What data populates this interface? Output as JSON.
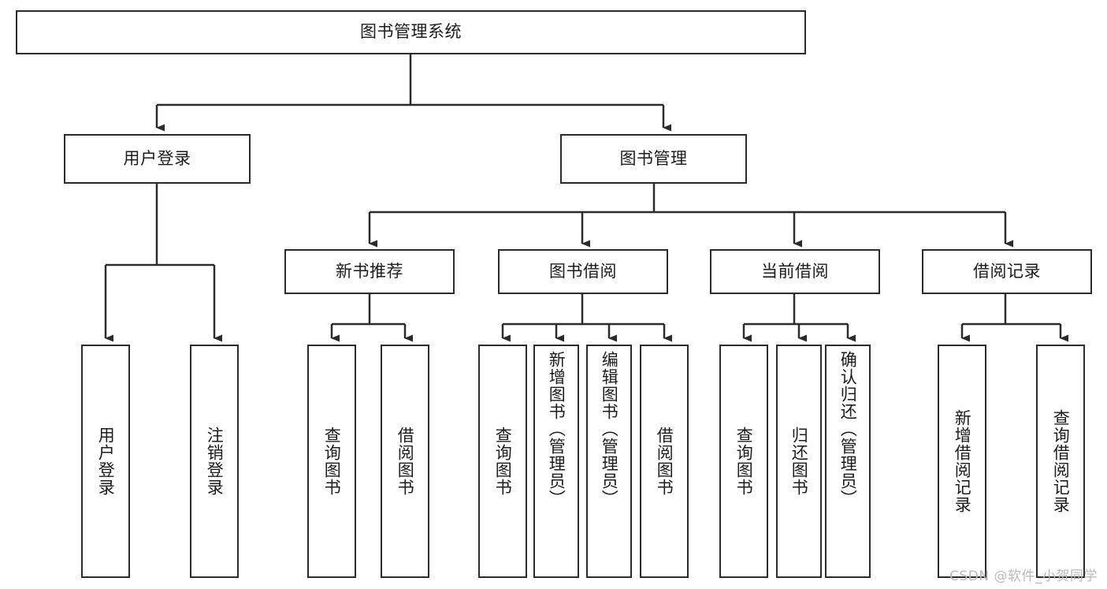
{
  "diagram": {
    "type": "tree-hierarchy-chart",
    "title": "图书管理系统",
    "stroke_color": "#2b2b2b",
    "background_color": "#ffffff",
    "text_color": "#1c1c1c",
    "root": {
      "label": "图书管理系统"
    },
    "level1": [
      {
        "label": "用户登录"
      },
      {
        "label": "图书管理"
      }
    ],
    "level2": [
      {
        "label": "新书推荐"
      },
      {
        "label": "图书借阅"
      },
      {
        "label": "当前借阅"
      },
      {
        "label": "借阅记录"
      }
    ],
    "leaves": {
      "user_login": [
        {
          "label": "用户登录"
        },
        {
          "label": "注销登录"
        }
      ],
      "new_book_recommend": [
        {
          "label": "查询图书"
        },
        {
          "label": "借阅图书"
        }
      ],
      "book_borrow": [
        {
          "label": "查询图书"
        },
        {
          "label": "新增图书（管理员）"
        },
        {
          "label": "编辑图书（管理员）"
        },
        {
          "label": "借阅图书"
        }
      ],
      "current_borrow": [
        {
          "label": "查询图书"
        },
        {
          "label": "归还图书"
        },
        {
          "label": "确认归还（管理员）"
        }
      ],
      "borrow_record": [
        {
          "label": "新增借阅记录"
        },
        {
          "label": "查询借阅记录"
        }
      ]
    }
  },
  "watermark": {
    "text": "CSDN @软件_小贺同学"
  }
}
